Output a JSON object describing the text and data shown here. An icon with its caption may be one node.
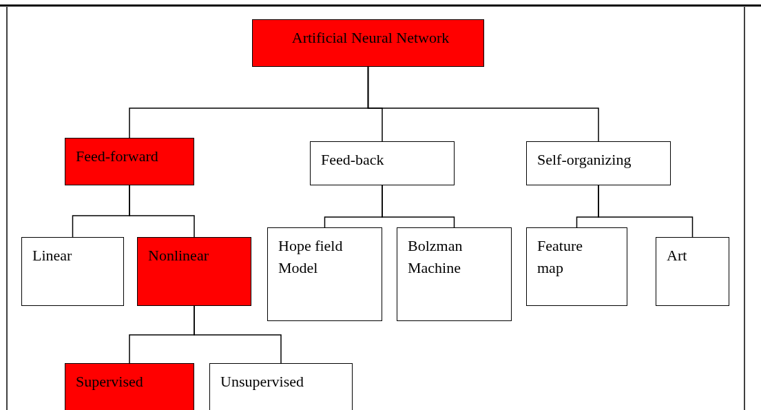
{
  "diagram": {
    "nodes": [
      {
        "text": [
          "Artificial Neural Network"
        ]
      },
      {
        "text": [
          "Feed-forward"
        ]
      },
      {
        "text": [
          "Feed-back"
        ]
      },
      {
        "text": [
          "Self-organizing"
        ]
      },
      {
        "text": [
          "Linear"
        ]
      },
      {
        "text": [
          "Nonlinear"
        ]
      },
      {
        "text": [
          "Hope field Model"
        ]
      },
      {
        "text": [
          "Bolzman Machine"
        ]
      },
      {
        "text": [
          "Feature map"
        ]
      },
      {
        "text": [
          "Art"
        ]
      },
      {
        "text": [
          "Supervised"
        ]
      },
      {
        "text": [
          "Unsupervised"
        ]
      }
    ],
    "edges": [
      {
        "from": 0,
        "to": 1,
        "arrow": "none"
      },
      {
        "from": 0,
        "to": 2,
        "arrow": "none"
      },
      {
        "from": 0,
        "to": 3,
        "arrow": "none"
      },
      {
        "from": 1,
        "to": 4,
        "arrow": "none"
      },
      {
        "from": 1,
        "to": 5,
        "arrow": "none"
      },
      {
        "from": 2,
        "to": 6,
        "arrow": "none"
      },
      {
        "from": 2,
        "to": 7,
        "arrow": "none"
      },
      {
        "from": 3,
        "to": 8,
        "arrow": "none"
      },
      {
        "from": 3,
        "to": 9,
        "arrow": "none"
      },
      {
        "from": 5,
        "to": 10,
        "arrow": "none"
      },
      {
        "from": 5,
        "to": 11,
        "arrow": "none"
      }
    ]
  }
}
